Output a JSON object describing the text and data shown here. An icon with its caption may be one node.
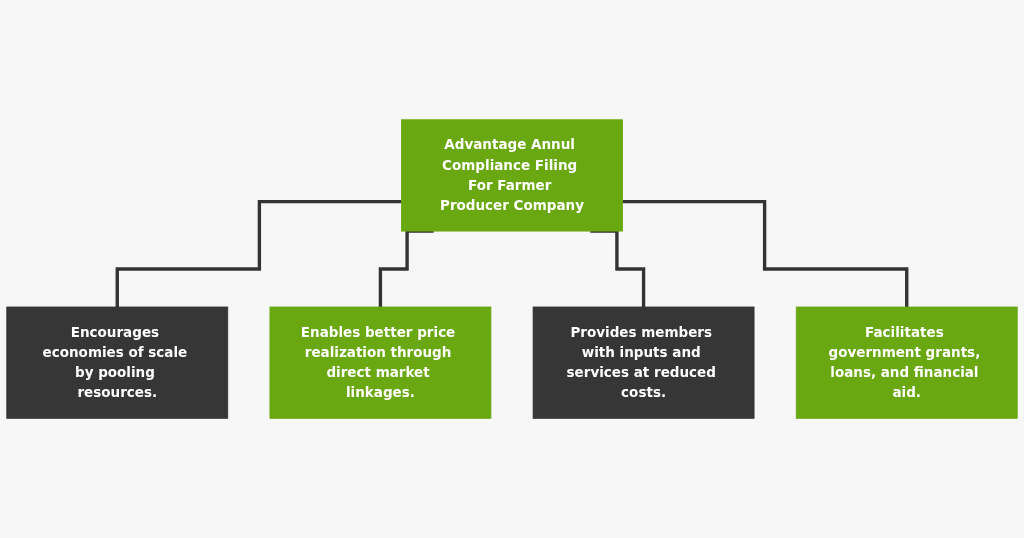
{
  "diagram": {
    "nodes": [
      {
        "text": [
          "Advantage Annul Compliance Filing For Farmer Producer Company"
        ]
      },
      {
        "text": [
          "Encourages economies of scale by pooling resources."
        ]
      },
      {
        "text": [
          "Enables better price realization through direct market linkages."
        ]
      },
      {
        "text": [
          "Provides members with inputs and services at reduced costs."
        ]
      },
      {
        "text": [
          "Facilitates government grants, loans, and financial aid."
        ]
      }
    ],
    "edges": [
      {
        "from": 0,
        "to": 1,
        "arrow": "none"
      },
      {
        "from": 0,
        "to": 2,
        "arrow": "none"
      },
      {
        "from": 0,
        "to": 3,
        "arrow": "none"
      },
      {
        "from": 0,
        "to": 4,
        "arrow": "none"
      }
    ]
  }
}
